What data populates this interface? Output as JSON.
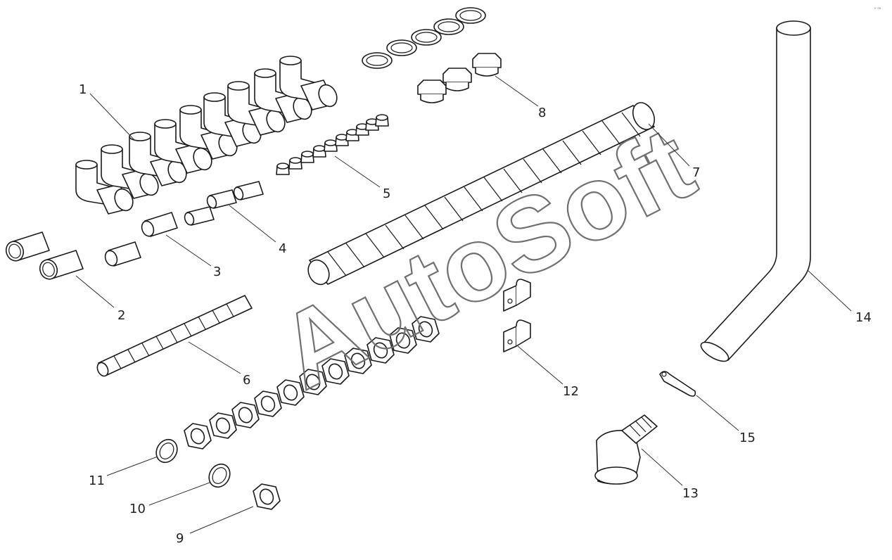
{
  "diagram": {
    "watermark": "AutoSoft",
    "corner_mark": "₀ ₀₀",
    "callouts": [
      "1",
      "2",
      "3",
      "4",
      "5",
      "6",
      "7",
      "8",
      "9",
      "10",
      "11",
      "12",
      "13",
      "14",
      "15"
    ]
  }
}
